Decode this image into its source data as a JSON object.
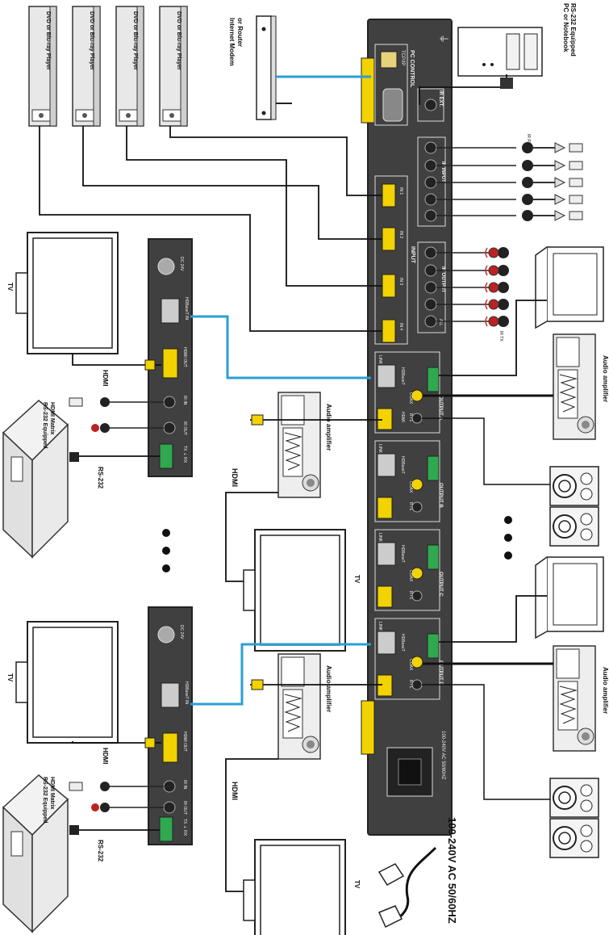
{
  "devices": {
    "dvd_label": "DVD or Blu-ray Player",
    "modem_label_1": "Internet Modem",
    "modem_label_2": "or Router",
    "pc_label_1": "RS-232 Equipped",
    "pc_label_2": "PC or Notebook",
    "tv_label": "TV",
    "hdmi_label": "HDMI",
    "audio_amp_label": "Audio amplifier",
    "matrix_label_1": "RS-232 Equipped",
    "matrix_label_2": "HDMI Matrix",
    "rs232_label": "RS-232",
    "power_label": "100-240V AC 50/60HZ",
    "ir_rx_label": "IR RX",
    "ir_tx_label": "IR TX"
  },
  "main_unit": {
    "tcpip_label": "TCP/IP",
    "pc_control_label": "PC CONTROL",
    "ir_ext_label": "IR EXT.",
    "ir_input_label": "IR INPUT",
    "ir_output_label": "IR OUTPUT",
    "input_label": "INPUT",
    "in1": "IN 1",
    "in2": "IN 2",
    "in3": "IN 3",
    "in4": "IN 4",
    "all_label": "ALL",
    "link_label": "LINK",
    "hdbaset_label": "HDBaseT",
    "hdmi_label": "HDMI",
    "coax_label": "COAX",
    "rl_label": "R / L",
    "txrx_label": "TX  ⏚  RX",
    "output_a": "OUTPUT A",
    "output_b": "OUTPUT B",
    "output_c": "OUTPUT C",
    "output_d": "OUTPUT D",
    "ac_label": "100-240V AC 50/60HZ"
  },
  "receiver": {
    "dc_label": "DC 24V",
    "hdbaset_in": "HDBaseT IN",
    "hdmi_out": "HDMI OUT",
    "ir_in": "IR IN",
    "ir_out": "IR OUT",
    "txrx": "TX ⏚ RX"
  },
  "colors": {
    "unit": "#404040",
    "cable_blue": "#2a9fd6",
    "connector_yellow": "#f2d200",
    "terminal_green": "#2fa84f"
  }
}
